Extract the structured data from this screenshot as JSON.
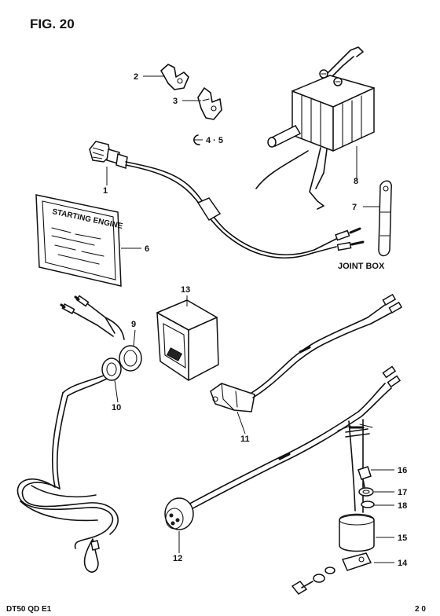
{
  "figure": {
    "title": "FIG. 20",
    "footer_left": "DT50 QD E1",
    "footer_right": "2 0"
  },
  "labels": {
    "joint_box": "JOINT BOX",
    "plate_text": "STARTING ENGINE"
  },
  "callouts": [
    {
      "id": "c1",
      "text": "1"
    },
    {
      "id": "c2",
      "text": "2"
    },
    {
      "id": "c3",
      "text": "3"
    },
    {
      "id": "c45",
      "text": "4 · 5"
    },
    {
      "id": "c6",
      "text": "6"
    },
    {
      "id": "c7",
      "text": "7"
    },
    {
      "id": "c8",
      "text": "8"
    },
    {
      "id": "c9",
      "text": "9"
    },
    {
      "id": "c10",
      "text": "10"
    },
    {
      "id": "c11",
      "text": "11"
    },
    {
      "id": "c12",
      "text": "12"
    },
    {
      "id": "c13",
      "text": "13"
    },
    {
      "id": "c14",
      "text": "14"
    },
    {
      "id": "c15",
      "text": "15"
    },
    {
      "id": "c16",
      "text": "16"
    },
    {
      "id": "c17",
      "text": "17"
    },
    {
      "id": "c18",
      "text": "18"
    }
  ]
}
